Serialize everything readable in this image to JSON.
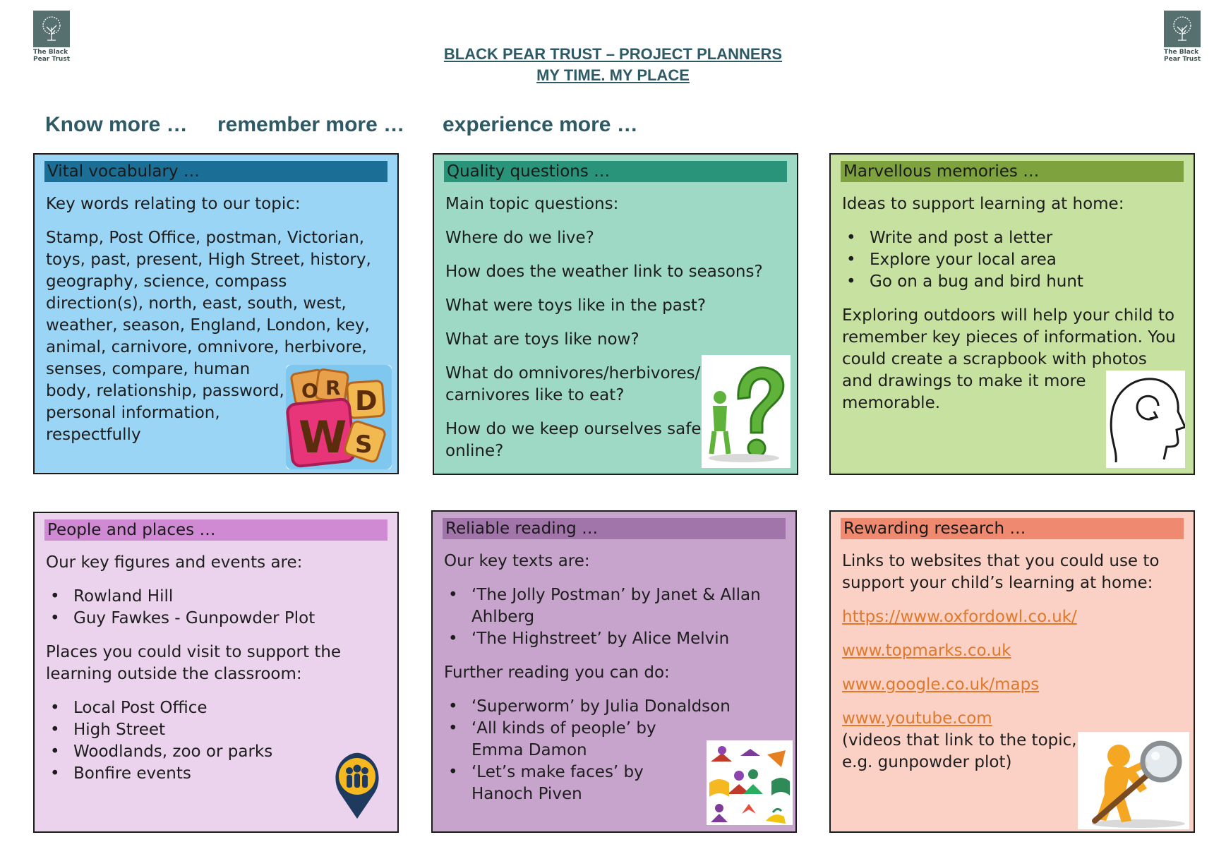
{
  "logo": {
    "caption_line1": "The Black",
    "caption_line2": "Pear Trust"
  },
  "title": {
    "line1": "BLACK PEAR TRUST – PROJECT PLANNERS",
    "line2": "MY TIME. MY PLACE"
  },
  "motto": [
    "Know more …",
    "remember more …",
    "experience more …"
  ],
  "vocabulary": {
    "header": "Vital vocabulary …",
    "intro": "Key words relating to our topic:",
    "lines": [
      "Stamp, Post Office, postman, Victorian,",
      "toys, past, present, High Street, history,",
      "geography, science, compass",
      "direction(s), north, east, south, west,",
      "weather, season, England, London, key,",
      "animal, carnivore, omnivore, herbivore,",
      "senses, compare, human",
      "body, relationship, password,",
      "personal information,",
      "respectfully"
    ],
    "image_letters": [
      "O",
      "R",
      "D",
      "W",
      "S"
    ]
  },
  "quality": {
    "header": "Quality questions …",
    "intro": "Main topic questions:",
    "q1": "Where do we live?",
    "q2": "How does the weather link to seasons?",
    "q3": "What were toys like in the past?",
    "q4": "What are toys like now?",
    "q5_line1": "What do omnivores/herbivores/",
    "q5_line2": "carnivores like to eat?",
    "q6_line1": "How do we keep ourselves safe",
    "q6_line2": "online?"
  },
  "memories": {
    "header": "Marvellous memories …",
    "intro": "Ideas to support learning at home:",
    "ideas": [
      "Write and post a letter",
      "Explore your local area",
      "Go on a bug and bird hunt"
    ],
    "lines": [
      "Exploring outdoors will help your child to",
      "remember key pieces of information. You",
      "could create a scrapbook with photos",
      "and drawings to make it more",
      "memorable."
    ]
  },
  "people": {
    "header": "People and places …",
    "intro": "Our key figures and events are:",
    "figures": [
      "Rowland Hill",
      "Guy Fawkes - Gunpowder Plot"
    ],
    "places_intro_line1": "Places you could visit to support the",
    "places_intro_line2": "learning outside the classroom:",
    "places": [
      "Local Post Office",
      "High Street",
      "Woodlands, zoo or parks",
      "Bonfire events"
    ]
  },
  "reading": {
    "header": "Reliable reading …",
    "intro": "Our key texts are:",
    "text1_line1": "‘The Jolly Postman’ by Janet & Allan",
    "text1_line2": "Ahlberg",
    "text2": "‘The Highstreet’ by Alice Melvin",
    "further_intro": "Further reading you can do:",
    "further1": "‘Superworm’ by Julia Donaldson",
    "further2_line1": "‘All kinds of people’ by",
    "further2_line2": "Emma Damon",
    "further3_line1": "‘Let’s make faces’ by",
    "further3_line2": "Hanoch Piven"
  },
  "research": {
    "header": "Rewarding research …",
    "intro_line1": "Links to websites that you could use to",
    "intro_line2": "support your child’s learning at home:",
    "links": [
      "https://www.oxfordowl.co.uk/",
      "www.topmarks.co.uk",
      "www.google.co.uk/maps",
      "www.youtube.com"
    ],
    "note_line1": "(videos that link to the topic,",
    "note_line2": "e.g. gunpowder plot)"
  }
}
